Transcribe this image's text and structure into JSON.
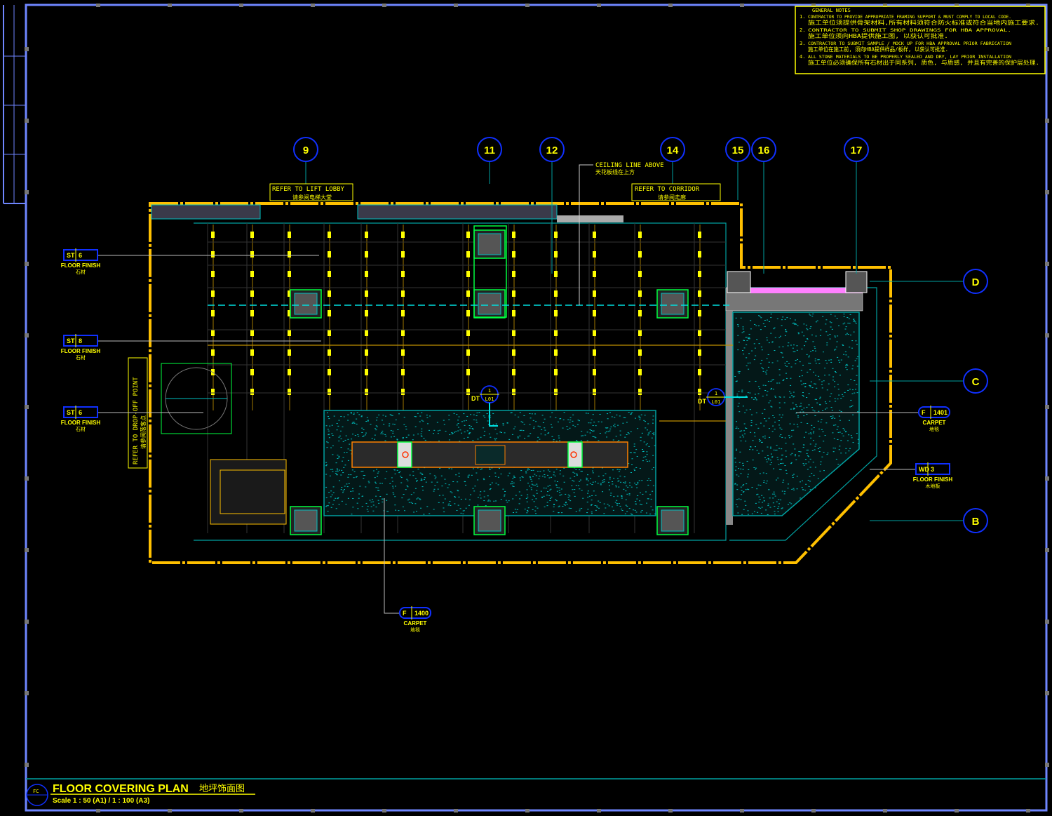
{
  "colors": {
    "background": "#000000",
    "frame": "#6f86ff",
    "outline": "#ffc000",
    "text": "#ffff00",
    "bubble": "#1030ff",
    "carpet": "#00a0a0",
    "wall": "#00c0c0",
    "green": "#00ff40",
    "orange": "#ff8000"
  },
  "notes": {
    "heading": "GENERAL NOTES",
    "items": [
      {
        "num": "1.",
        "en": "CONTRACTOR TO PROVIDE APPROPRIATE FRAMING SUPPORT & MUST COMPLY TO LOCAL CODE.",
        "cn": "施工单位须提供骨架材料,所有材料须符合防火标准或符合当地内施工要求."
      },
      {
        "num": "2.",
        "en": "CONTRACTOR TO SUBMIT SHOP DRAWINGS FOR HBA APPROVAL.",
        "cn": "施工单位须向HBA提供施工图, 以获认可批准."
      },
      {
        "num": "3.",
        "en": "CONTRACTOR TO SUBMIT SAMPLE / MOCK UP FOR HBA APPROVAL PRIOR FABRICATION",
        "cn": "施工单位在施工前, 须向HBA提供样品/板样, 以获认可批准."
      },
      {
        "num": "4.",
        "en": "ALL STONE MATERIALS TO BE PROPERLY SEALED AND DRY, LAY PRIOR INSTALLATION",
        "cn": "施工单位必须确保所有石材出于同系列, 质色, 与质感, 并且有完善的保护层处理."
      }
    ]
  },
  "grid_columns": [
    "9",
    "11",
    "12",
    "14",
    "15",
    "16",
    "17"
  ],
  "grid_rows": [
    "D",
    "C",
    "B"
  ],
  "references": {
    "lift_lobby": {
      "en": "REFER TO LIFT LOBBY",
      "cn": "请参阅电梯大堂"
    },
    "corridor": {
      "en": "REFER TO CORRIDOR",
      "cn": "请参阅走廊"
    },
    "drop_off": {
      "en": "REFER TO DROP-OFF POINT",
      "cn": "请参阅落客点"
    },
    "ceiling": {
      "en": "CEILING LINE ABOVE",
      "cn": "天花板线在上方"
    }
  },
  "finish_tags": [
    {
      "code": "ST",
      "num": "6",
      "label": "FLOOR FINISH",
      "cn": "石材"
    },
    {
      "code": "ST",
      "num": "8",
      "label": "FLOOR FINISH",
      "cn": "石材"
    },
    {
      "code": "ST",
      "num": "6",
      "label": "FLOOR FINISH",
      "cn": "石材"
    },
    {
      "code": "F",
      "num": "1401",
      "label": "CARPET",
      "cn": "地毯"
    },
    {
      "code": "WD",
      "num": "3",
      "label": "FLOOR FINISH",
      "cn": "木地板"
    },
    {
      "code": "F",
      "num": "1400",
      "label": "CARPET",
      "cn": "地毯"
    }
  ],
  "detail_marks": [
    {
      "prefix": "DT",
      "num": "1",
      "sheet": "L01"
    },
    {
      "prefix": "DT",
      "num": "1",
      "sheet": "L01"
    }
  ],
  "title_block": {
    "id": "FC",
    "title": "FLOOR COVERING PLAN",
    "title_cn": "地坪饰面图",
    "scale": "Scale 1 : 50 (A1) / 1 : 100 (A3)"
  }
}
